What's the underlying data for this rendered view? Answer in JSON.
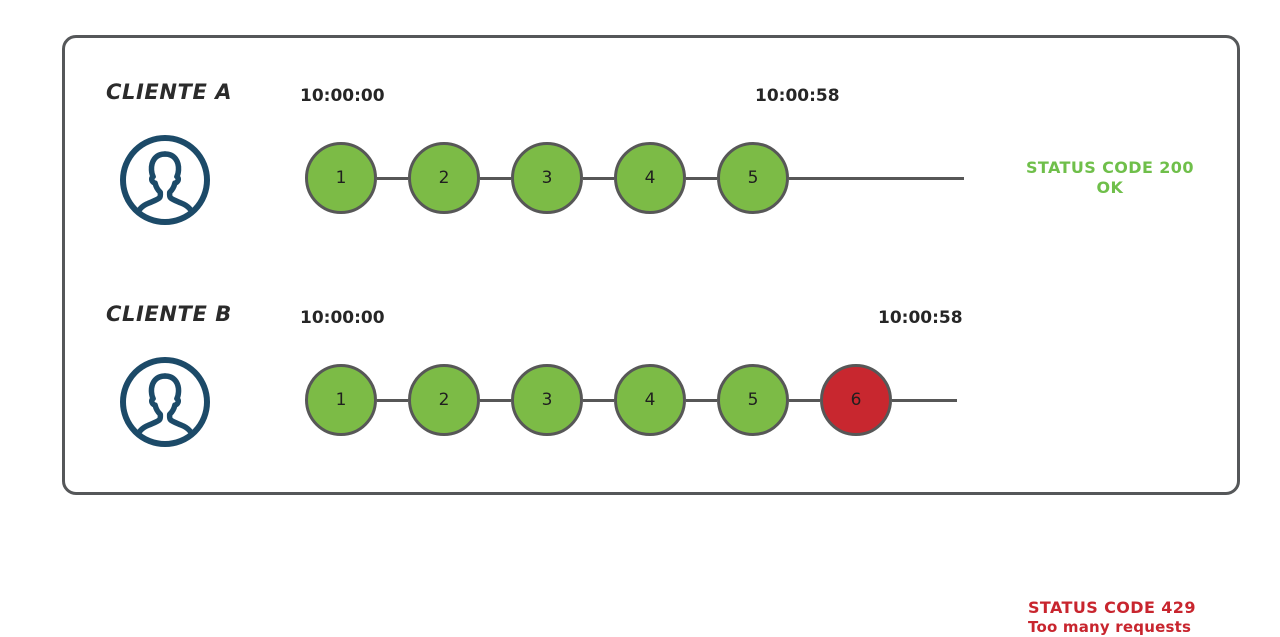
{
  "diagram": {
    "title_visible": false,
    "colors": {
      "frame_stroke": "#555759",
      "node_ok": "#7CBB46",
      "node_error": "#C8272F",
      "node_stroke": "#575757",
      "avatar": "#1C4A68",
      "status_ok_text": "#6FBF4A",
      "status_error_text": "#C8252E",
      "label_text": "#2b2b2b",
      "timestamp_text": "#262626",
      "background": "#ffffff"
    },
    "rows": [
      {
        "client_label": "CLIENTE A",
        "avatar_icon": "user-avatar-icon",
        "timestamp_start": "10:00:00",
        "timestamp_end": "10:00:58",
        "nodes": [
          {
            "label": "1",
            "state": "ok"
          },
          {
            "label": "2",
            "state": "ok"
          },
          {
            "label": "3",
            "state": "ok"
          },
          {
            "label": "4",
            "state": "ok"
          },
          {
            "label": "5",
            "state": "ok"
          }
        ],
        "status_main": "STATUS CODE 200",
        "status_sub": "OK",
        "status_state": "ok"
      },
      {
        "client_label": "CLIENTE B",
        "avatar_icon": "user-avatar-icon",
        "timestamp_start": "10:00:00",
        "timestamp_end": "10:00:58",
        "nodes": [
          {
            "label": "1",
            "state": "ok"
          },
          {
            "label": "2",
            "state": "ok"
          },
          {
            "label": "3",
            "state": "ok"
          },
          {
            "label": "4",
            "state": "ok"
          },
          {
            "label": "5",
            "state": "ok"
          },
          {
            "label": "6",
            "state": "error"
          }
        ],
        "status_main": "STATUS CODE 429",
        "status_sub": "Too many requests",
        "status_state": "error"
      }
    ]
  }
}
